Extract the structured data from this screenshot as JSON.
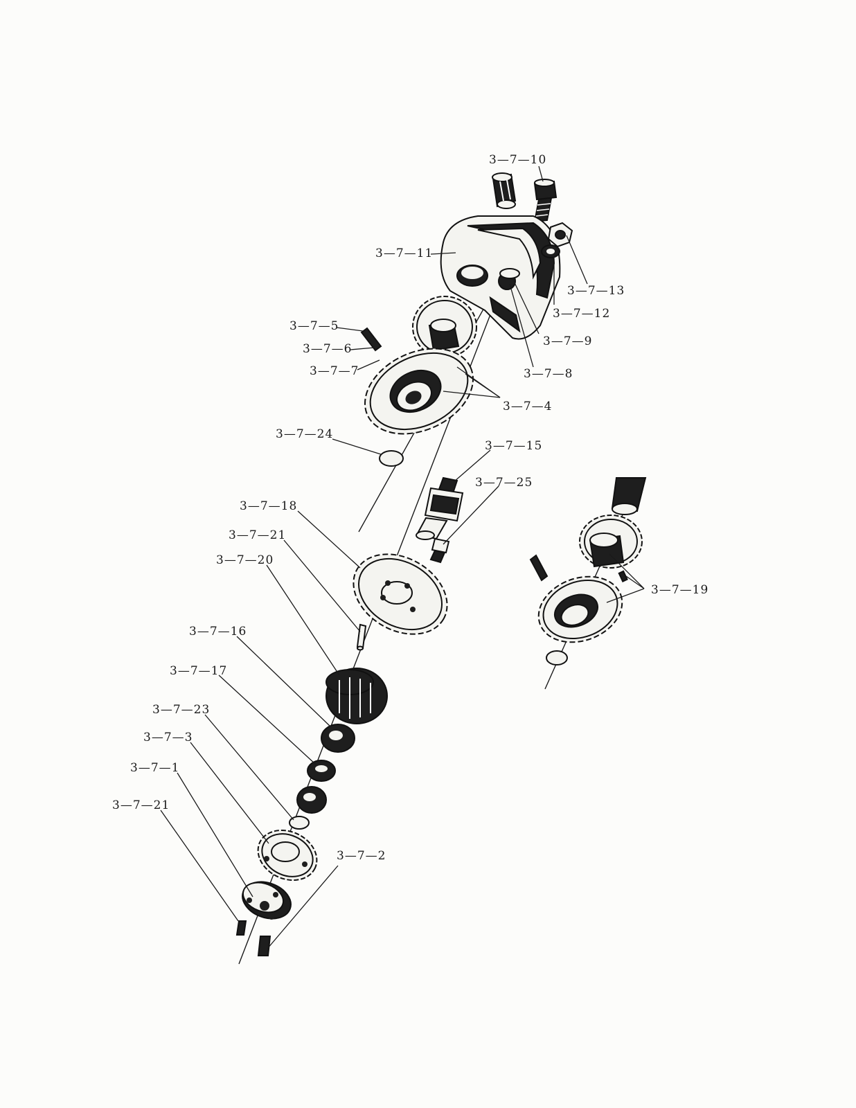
{
  "diagram": {
    "labels": {
      "l_3_7_10": "3—7—10",
      "l_3_7_11": "3—7—11",
      "l_3_7_13": "3—7—13",
      "l_3_7_12": "3—7—12",
      "l_3_7_9": "3—7—9",
      "l_3_7_8": "3—7—8",
      "l_3_7_5": "3—7—5",
      "l_3_7_6": "3—7—6",
      "l_3_7_7": "3—7—7",
      "l_3_7_4": "3—7—4",
      "l_3_7_24": "3—7—24",
      "l_3_7_15": "3—7—15",
      "l_3_7_25": "3—7—25",
      "l_3_7_18": "3—7—18",
      "l_3_7_21a": "3—7—21",
      "l_3_7_20": "3—7—20",
      "l_3_7_16": "3—7—16",
      "l_3_7_17": "3—7—17",
      "l_3_7_23": "3—7—23",
      "l_3_7_3": "3—7—3",
      "l_3_7_1": "3—7—1",
      "l_3_7_21b": "3—7—21",
      "l_3_7_2": "3—7—2",
      "l_3_7_19": "3—7—19"
    }
  }
}
